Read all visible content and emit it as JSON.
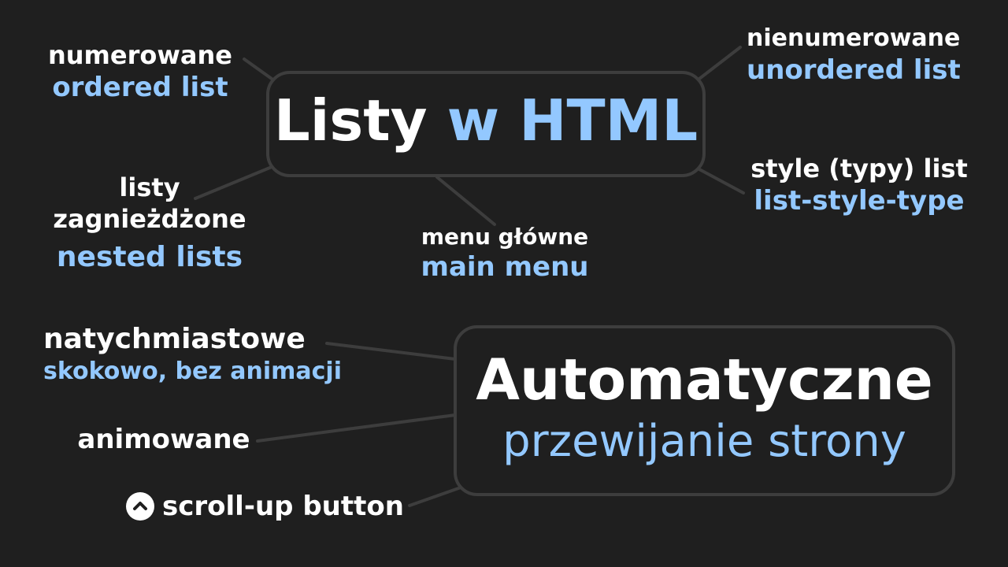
{
  "main_topic": {
    "title_white": "Listy",
    "title_accent": "w HTML"
  },
  "branches_top": {
    "ordered": {
      "pl": "numerowane",
      "en": "ordered list"
    },
    "unordered": {
      "pl": "nienumerowane",
      "en": "unordered list"
    },
    "styles": {
      "pl": "style (typy) list",
      "en": "list-style-type"
    },
    "nested": {
      "pl_line1": "listy",
      "pl_line2": "zagnieżdżone",
      "en": "nested lists"
    },
    "menu": {
      "pl": "menu główne",
      "en": "main menu"
    }
  },
  "second_topic": {
    "title": "Automatyczne",
    "subtitle": "przewijanie strony"
  },
  "branches_bottom": {
    "instant": {
      "pl": "natychmiastowe",
      "en": "skokowo, bez animacji"
    },
    "animated": {
      "pl": "animowane"
    },
    "scroll_up": {
      "label": "scroll-up button",
      "icon": "chevron-up-icon"
    }
  },
  "colors": {
    "background": "#1f1f1f",
    "border": "#3d3d3d",
    "text": "#ffffff",
    "accent": "#93c8ff"
  }
}
